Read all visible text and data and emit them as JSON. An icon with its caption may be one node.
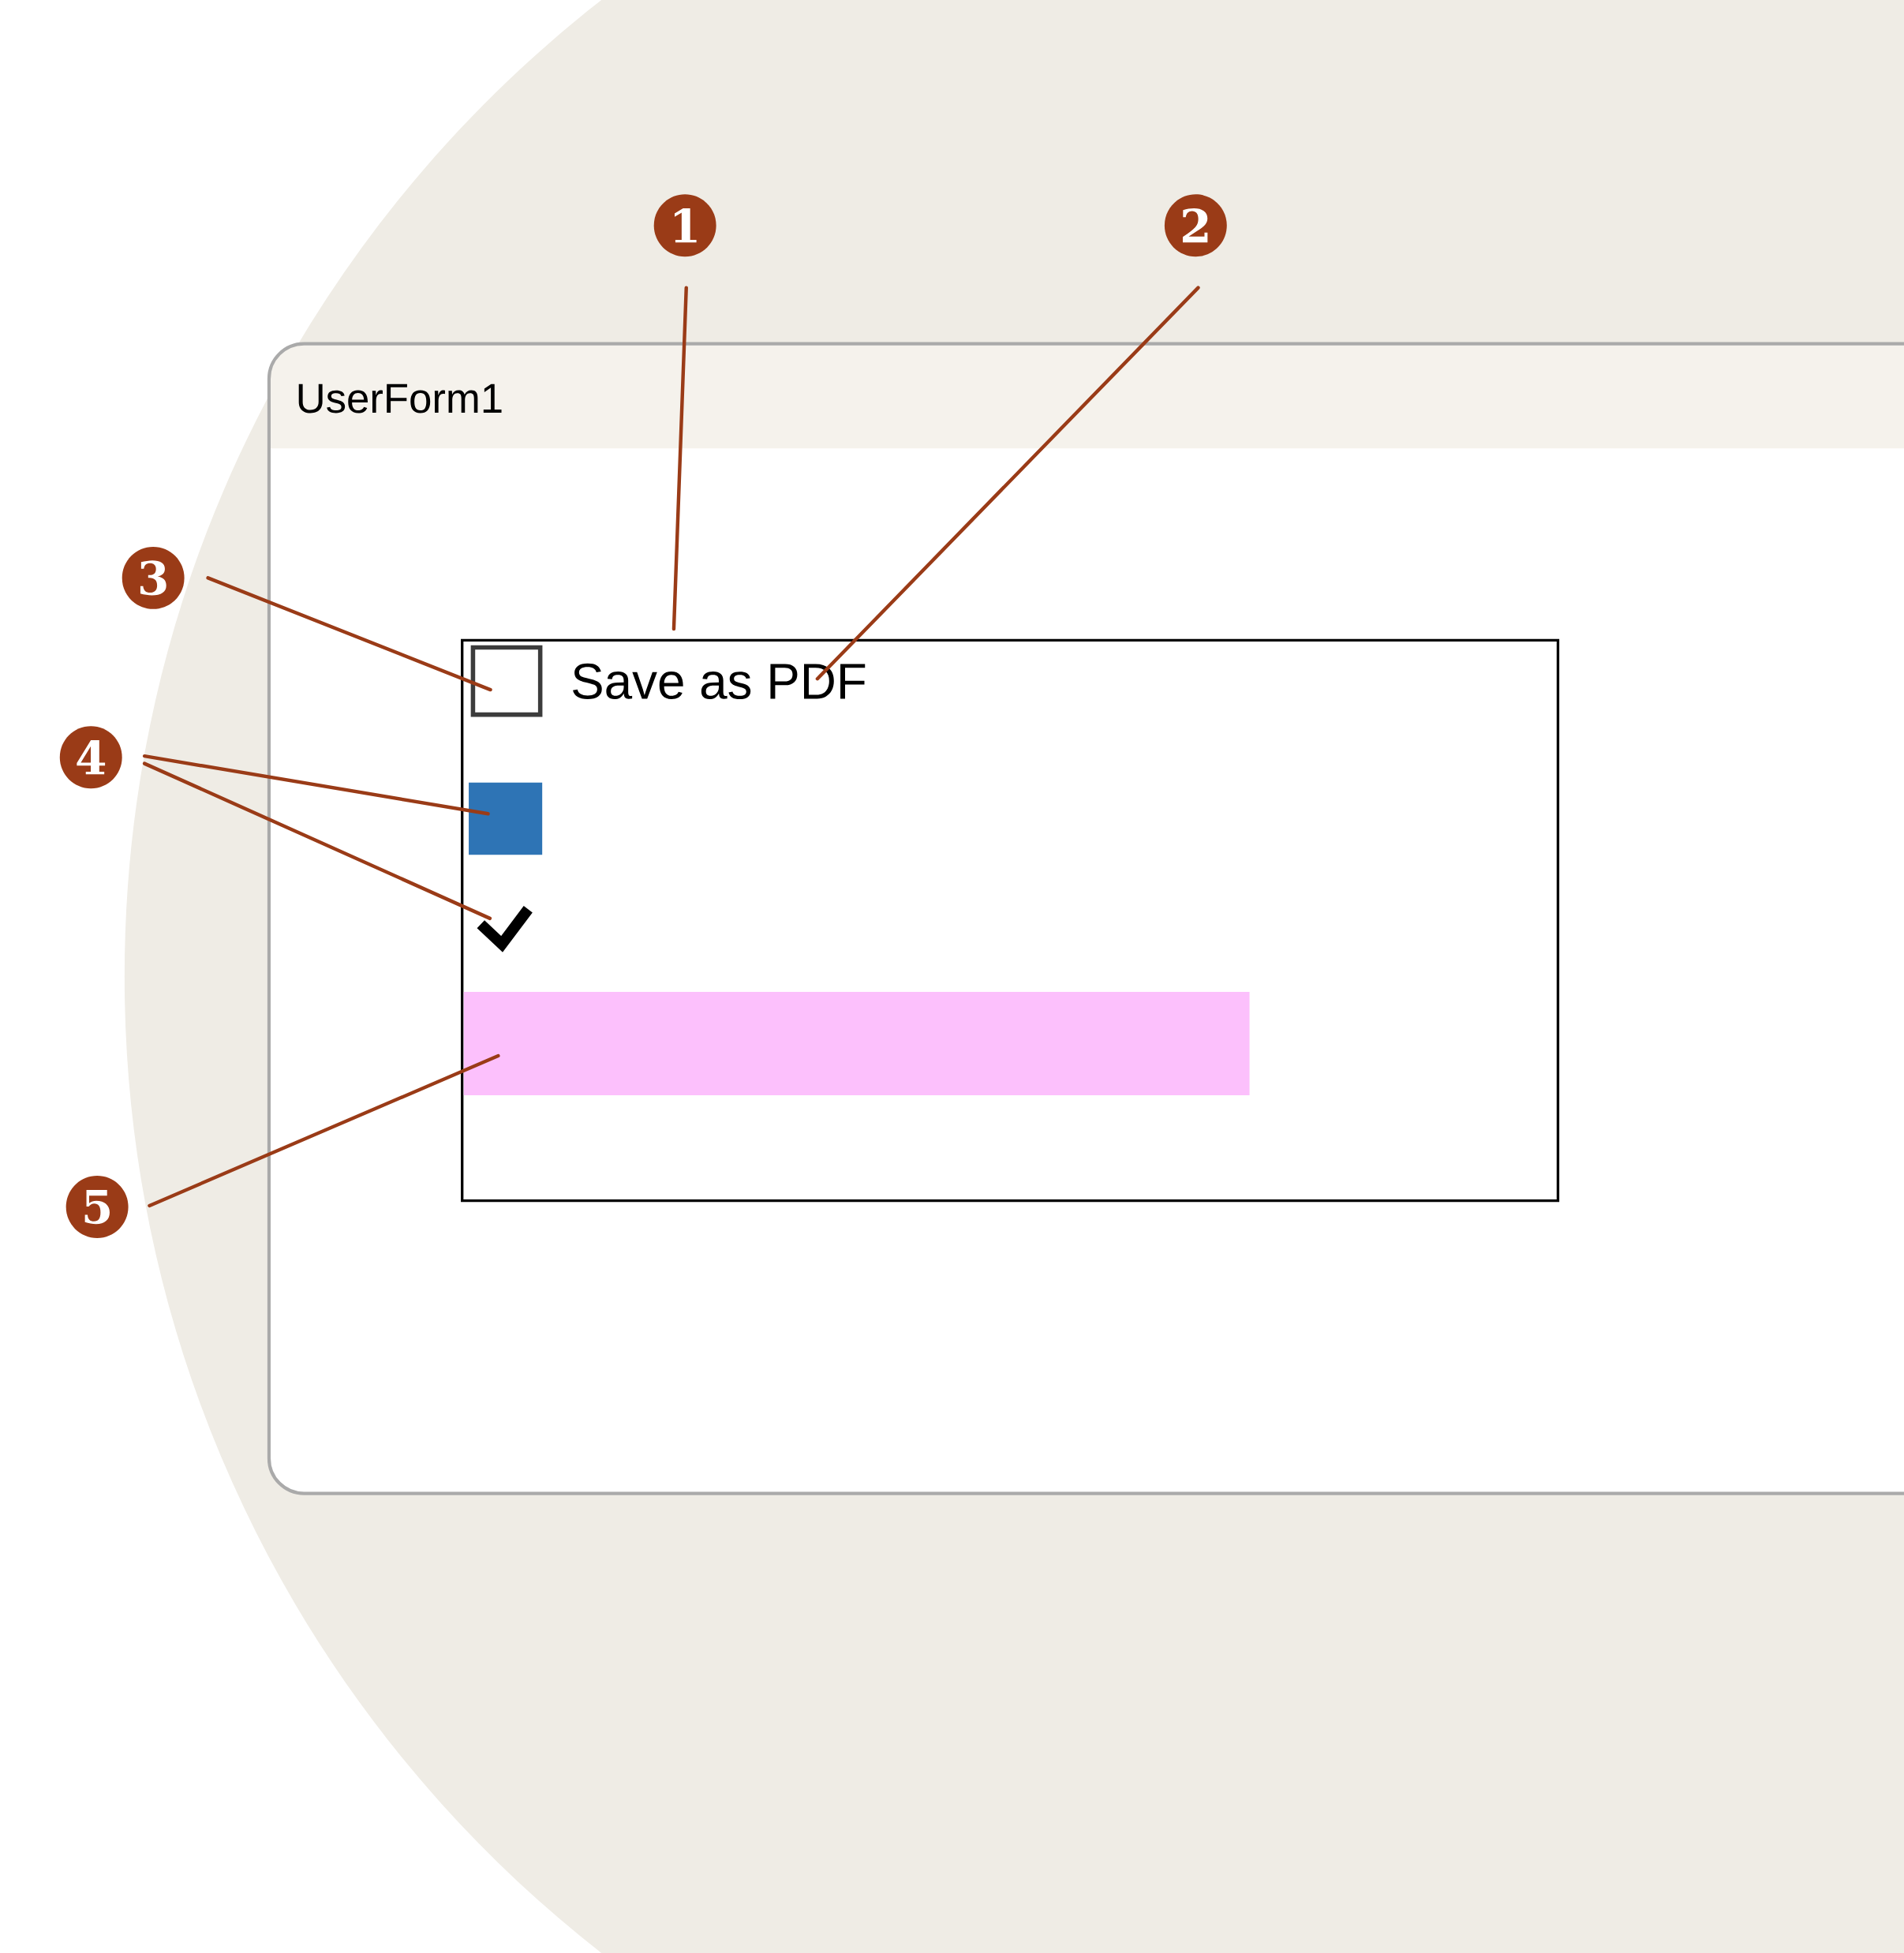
{
  "diagram": {
    "nodes": [
      {
        "text": [
          "UserForm1"
        ]
      },
      {
        "text": [],
        "shape": "box",
        "in": 0
      },
      {
        "text": [],
        "shape": "box",
        "in": 1
      },
      {
        "text": [
          "Save as PDF"
        ],
        "in": 1
      },
      {
        "text": [],
        "shape": "box",
        "in": 1
      },
      {
        "text": [],
        "shape": "check",
        "in": 1
      },
      {
        "text": [],
        "shape": "bar",
        "in": 1
      },
      {
        "text": [
          "1"
        ]
      },
      {
        "text": [
          "2"
        ]
      },
      {
        "text": [
          "3"
        ]
      },
      {
        "text": [
          "4"
        ]
      },
      {
        "text": [
          "5"
        ]
      }
    ],
    "edges": [
      {
        "from": 7,
        "to": 1,
        "arrow": "none"
      },
      {
        "from": 8,
        "to": 3,
        "arrow": "none"
      },
      {
        "from": 9,
        "to": 2,
        "arrow": "none"
      },
      {
        "from": 10,
        "to": 4,
        "arrow": "none"
      },
      {
        "from": 10,
        "to": 5,
        "arrow": "none"
      },
      {
        "from": 11,
        "to": 6,
        "arrow": "none"
      }
    ]
  }
}
